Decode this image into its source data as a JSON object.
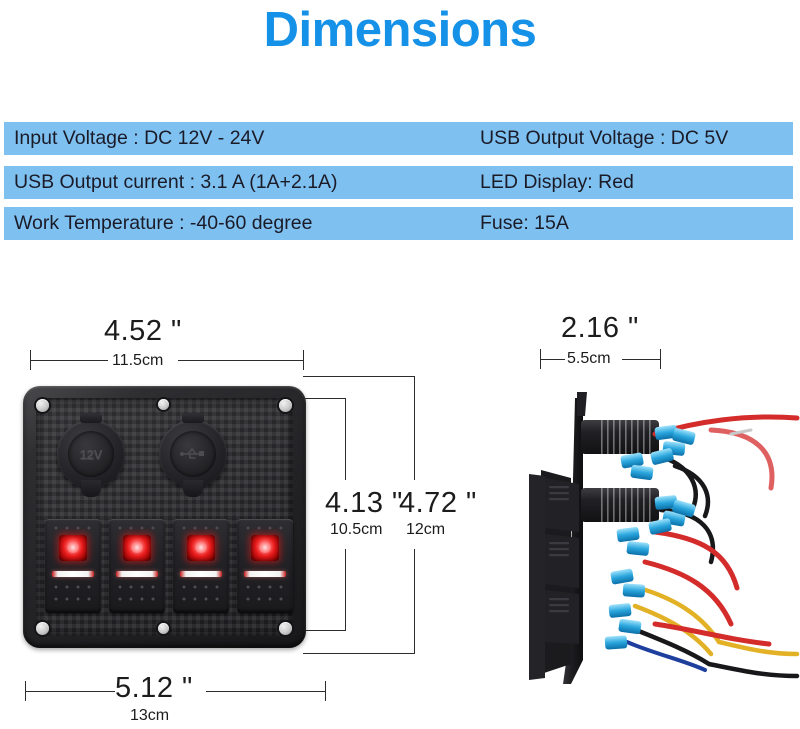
{
  "header": {
    "title": "Dimensions",
    "title_color": "#1691e8"
  },
  "specs": {
    "band_color": "#7ec0f0",
    "rows": [
      {
        "left": "Input Voltage : DC 12V - 24V",
        "right": "USB Output Voltage : DC 5V"
      },
      {
        "left": "USB Output current : 3.1 A (1A+2.1A)",
        "right": "LED Display: Red"
      },
      {
        "left": "Work Temperature : -40-60 degree",
        "right": "Fuse:  15A"
      }
    ]
  },
  "front_view": {
    "width_top": {
      "inch": "4.52 \"",
      "cm": "11.5cm"
    },
    "height_inner": {
      "inch": "4.13 \"",
      "cm": "10.5cm"
    },
    "height_outer": {
      "inch": "4.72 \"",
      "cm": "12cm"
    },
    "width_bottom": {
      "inch": "5.12 \"",
      "cm": "13cm"
    },
    "socket_12v_label": "12V",
    "socket_usb_label": "usb-icon",
    "switch_count": 4,
    "led_color": "#e81b1b"
  },
  "side_view": {
    "depth": {
      "inch": "2.16 \"",
      "cm": "5.5cm"
    }
  }
}
